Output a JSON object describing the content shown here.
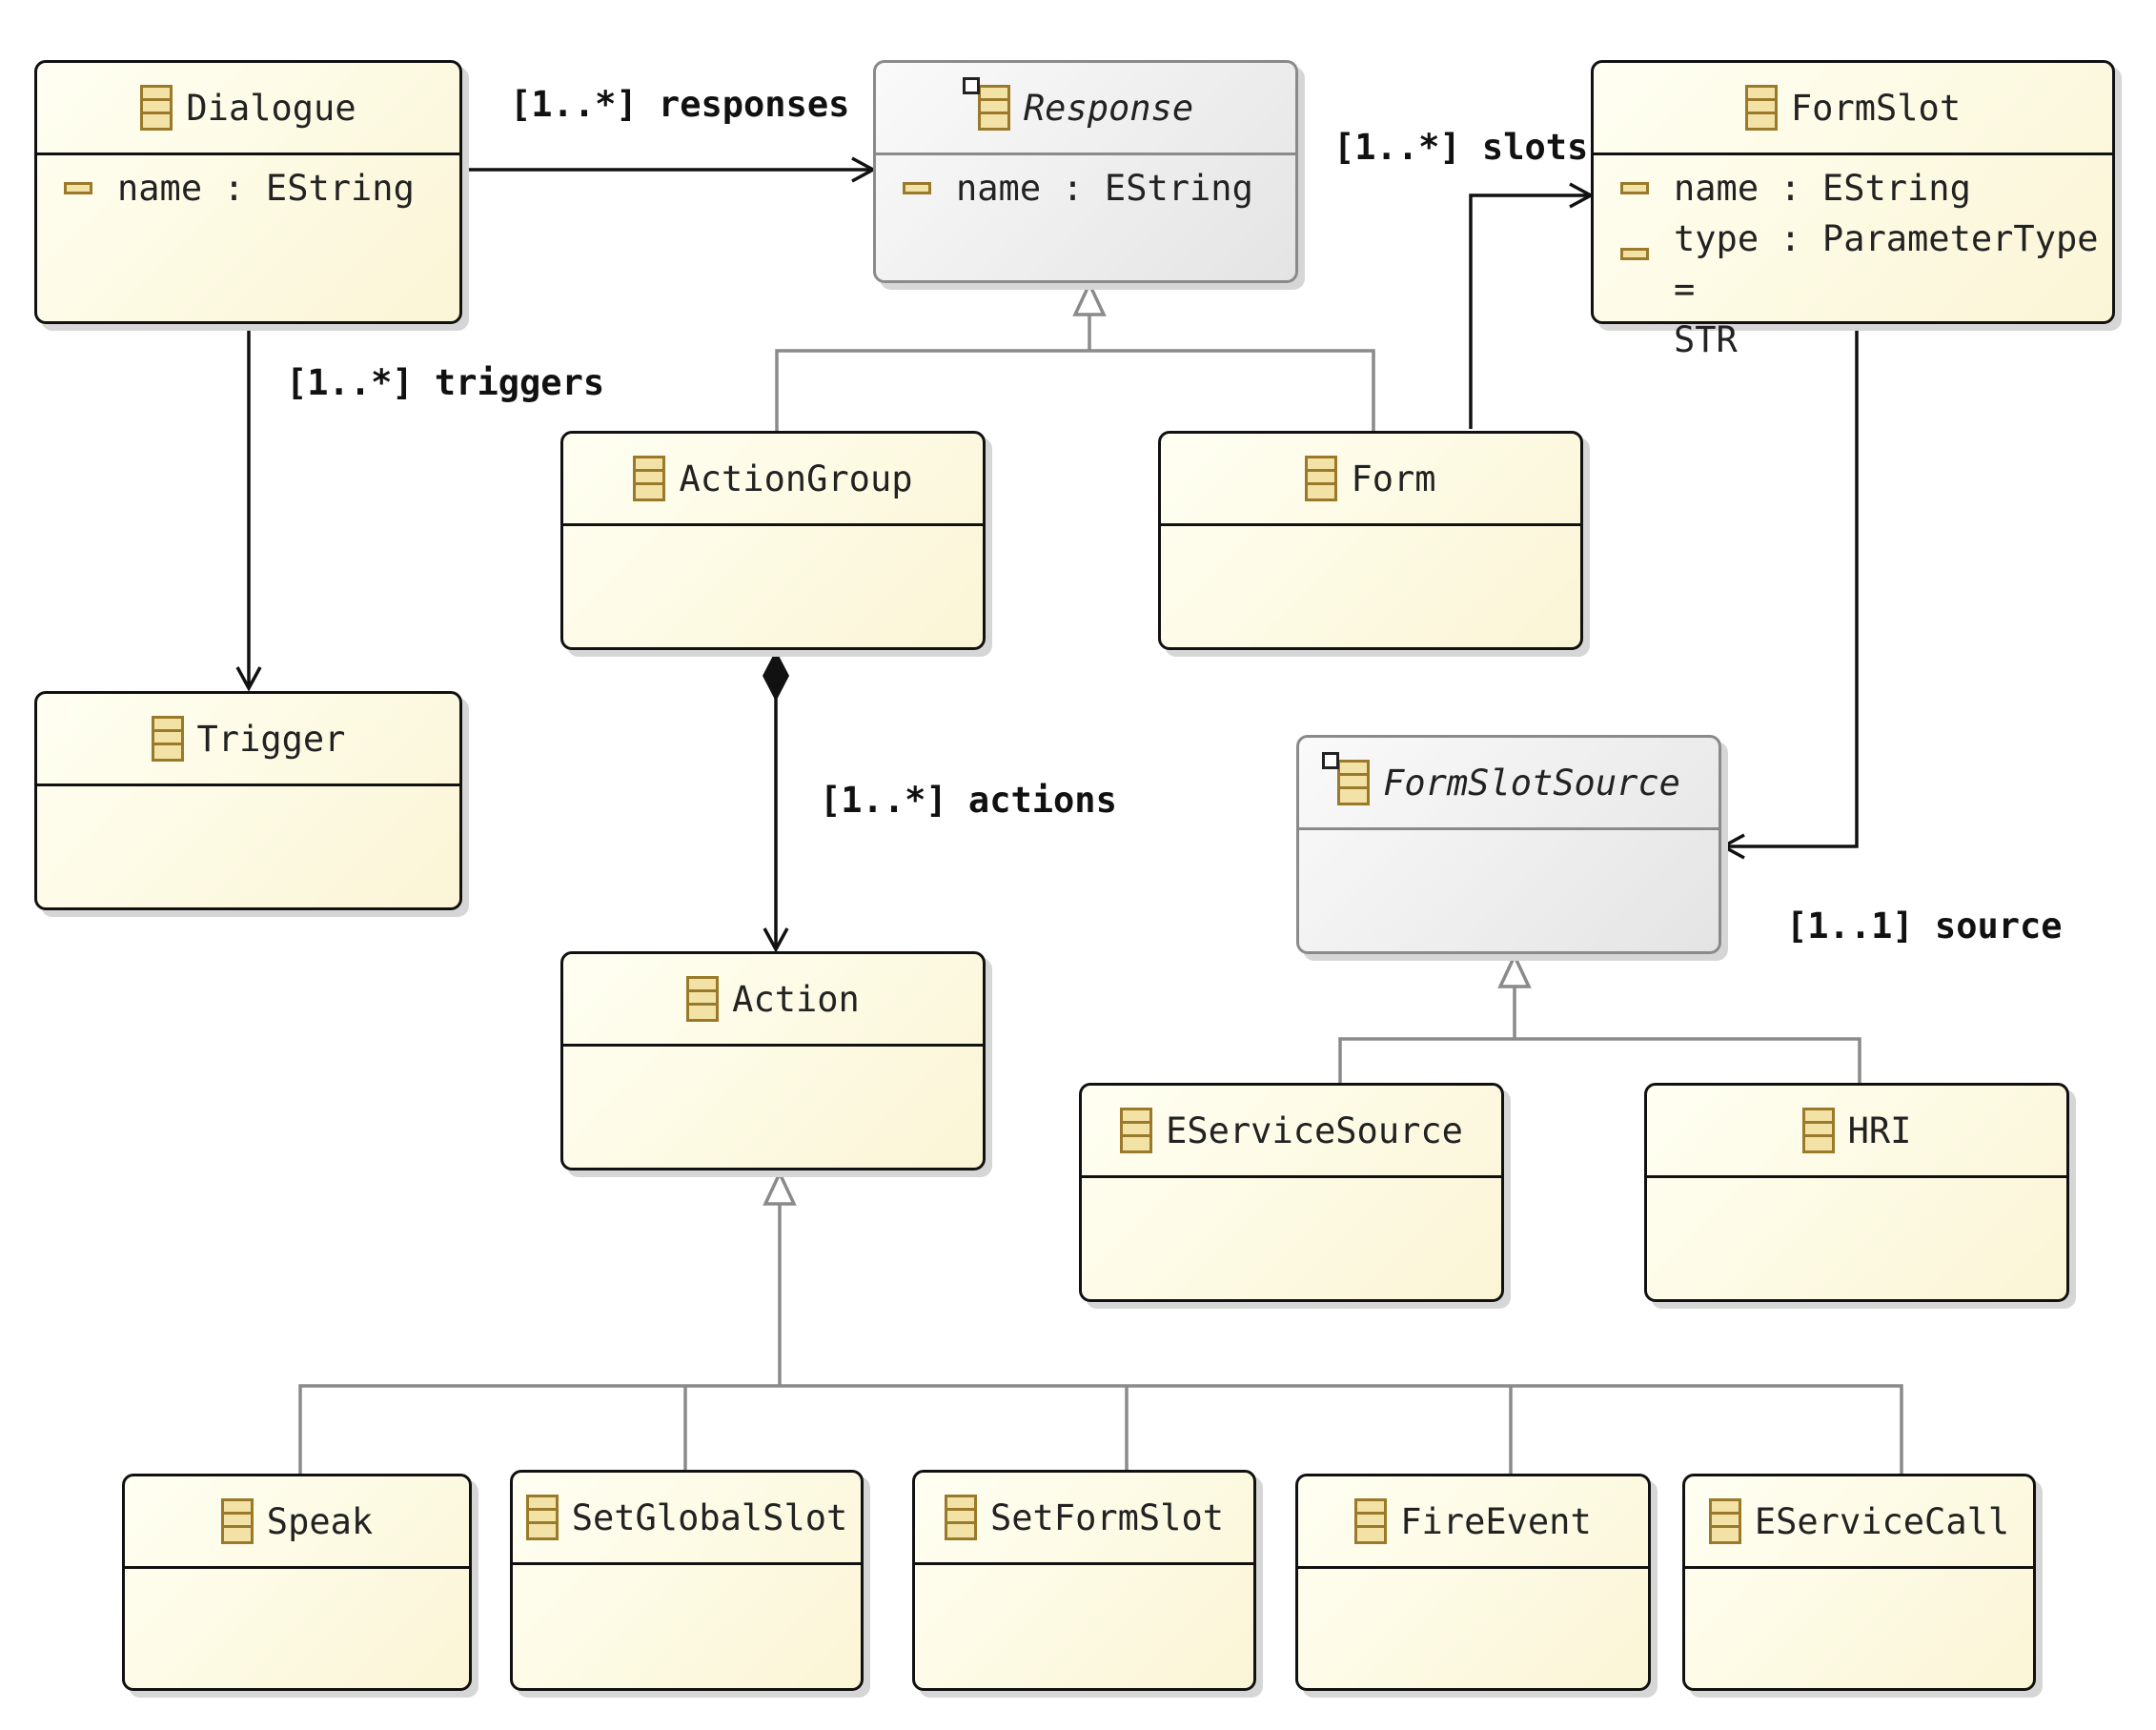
{
  "classes": {
    "dialogue": {
      "name": "Dialogue",
      "attrs": [
        "name : EString"
      ]
    },
    "response": {
      "name": "Response",
      "attrs": [
        "name : EString"
      ]
    },
    "formslot": {
      "name": "FormSlot",
      "attrs": [
        "name : EString",
        "type : ParameterType =\nSTR"
      ]
    },
    "actiongroup": {
      "name": "ActionGroup"
    },
    "form": {
      "name": "Form"
    },
    "trigger": {
      "name": "Trigger"
    },
    "formslotsource": {
      "name": "FormSlotSource"
    },
    "action": {
      "name": "Action"
    },
    "eservicesource": {
      "name": "EServiceSource"
    },
    "hri": {
      "name": "HRI"
    },
    "speak": {
      "name": "Speak"
    },
    "setglobalslot": {
      "name": "SetGlobalSlot"
    },
    "setformslot": {
      "name": "SetFormSlot"
    },
    "fireevent": {
      "name": "FireEvent"
    },
    "eservicecall": {
      "name": "EServiceCall"
    }
  },
  "relations": {
    "responses": "[1..*] responses",
    "slots": "[1..*] slots",
    "triggers": "[1..*] triggers",
    "actions": "[1..*] actions",
    "source": "[1..1] source"
  }
}
